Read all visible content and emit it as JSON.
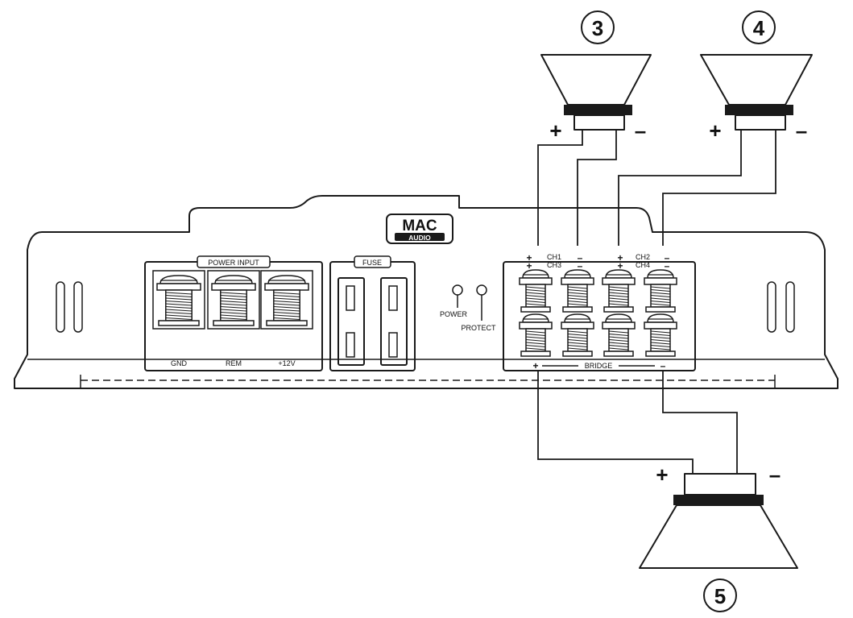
{
  "brand": {
    "line1": "MAC",
    "line2": "AUDIO"
  },
  "power_input": {
    "title": "POWER INPUT",
    "labels": [
      "GND",
      "REM",
      "+12V"
    ]
  },
  "fuse": {
    "title": "FUSE"
  },
  "leds": {
    "power": "POWER",
    "protect": "PROTECT"
  },
  "speaker_terminals": {
    "ch1": "CH1",
    "ch3": "CH3",
    "ch2": "CH2",
    "ch4": "CH4",
    "bridge": "BRIDGE",
    "plus": "+",
    "minus": "–"
  },
  "speakers": [
    {
      "number": "3",
      "plus": "+",
      "minus": "–"
    },
    {
      "number": "4",
      "plus": "+",
      "minus": "–"
    },
    {
      "number": "5",
      "plus": "+",
      "minus": "–"
    }
  ],
  "colors": {
    "ink": "#1a1a1a",
    "background": "#ffffff"
  }
}
